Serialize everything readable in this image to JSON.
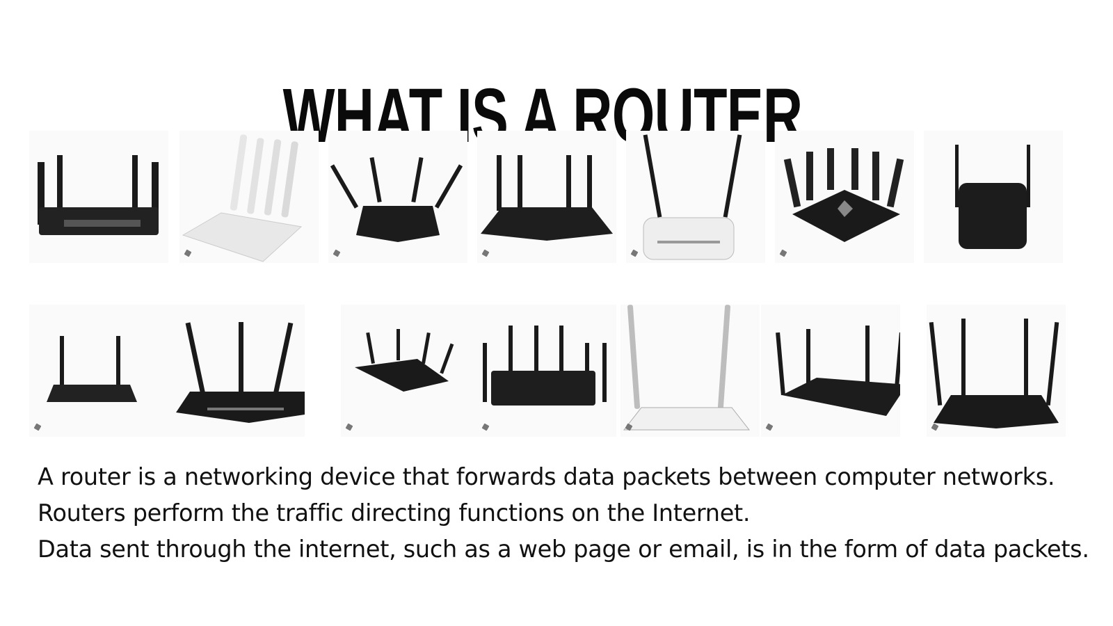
{
  "title": "WHAT IS A ROUTER",
  "gallery": {
    "rows": [
      [
        {
          "icon": "router-black-4-antenna-side-icon"
        },
        {
          "icon": "router-white-4-antenna-icon"
        },
        {
          "icon": "router-black-4-antenna-angled-icon"
        },
        {
          "icon": "router-black-4-antenna-flat-icon"
        },
        {
          "icon": "router-white-2-antenna-icon"
        },
        {
          "icon": "router-gaming-8-antenna-icon"
        },
        {
          "icon": "range-extender-2-antenna-icon"
        }
      ],
      [
        {
          "icon": "router-black-2-antenna-small-icon"
        },
        {
          "icon": "router-black-3-antenna-icon"
        },
        {
          "icon": "router-black-4-antenna-compact-icon"
        },
        {
          "icon": "router-black-6-antenna-icon"
        },
        {
          "icon": "router-white-2-tall-antenna-icon"
        },
        {
          "icon": "router-black-4-antenna-wide-icon"
        },
        {
          "icon": "router-black-5-antenna-icon"
        }
      ]
    ]
  },
  "description": {
    "line1": "A router is a networking device that forwards data packets between computer networks.",
    "line2": "Routers perform the traffic directing functions on the Internet.",
    "line3": "Data sent through the internet, such as a web page or email, is in the form of data packets."
  },
  "colors": {
    "background": "#ffffff",
    "text": "#111111",
    "router_dark": "#1a1a1a",
    "router_light": "#e8e8e8"
  }
}
